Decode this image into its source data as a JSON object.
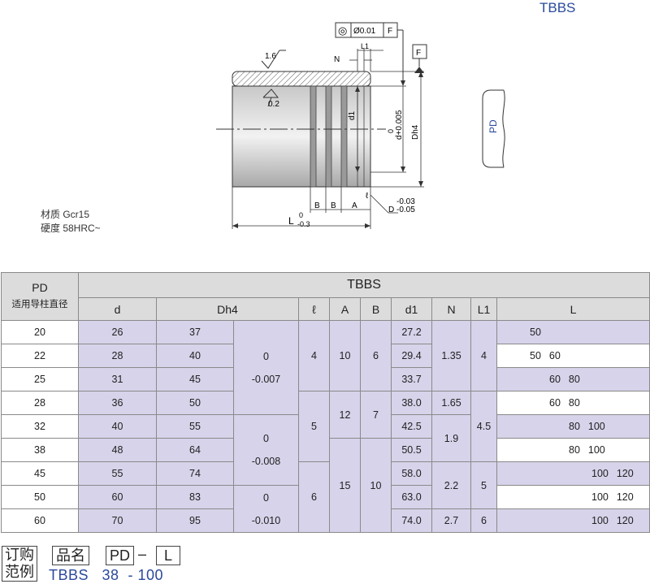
{
  "title": "TBBS",
  "material": {
    "line1": "材质  Gcr15",
    "line2": "硬度  58HRC~"
  },
  "drawing": {
    "frame_flatness": "◎",
    "frame_tolerance": "Ø0.01",
    "frame_datum": "F",
    "datum_tag": "F",
    "roughness_outer": "1.6",
    "roughness_inner": "0.2",
    "dim_N": "N",
    "dim_L1": "L1",
    "dim_d1": "d1",
    "dim_d_zero": "0",
    "dim_d": "d+0.005",
    "dim_Dh4": "Dh4",
    "dim_B1": "B",
    "dim_B2": "B",
    "dim_A": "A",
    "dim_ell": "ℓ",
    "dim_ell_tol": "-0.03",
    "dim_D_tol": "D -0.05",
    "dim_L_zero": "0",
    "dim_L": "L",
    "dim_L_tol": "-0.3",
    "side_PD": "PD"
  },
  "table": {
    "pd_label": "PD",
    "pd_sub": "适用导柱直径",
    "brand": "TBBS",
    "cols": {
      "d": "d",
      "Dh": "Dh4",
      "ell": "ℓ",
      "A": "A",
      "B": "B",
      "d1": "d1",
      "N": "N",
      "L1": "L1",
      "L": "L"
    },
    "rows": [
      {
        "pd": "20",
        "d": "26",
        "dh": "37",
        "d1": "27.2",
        "L": [
          "50"
        ]
      },
      {
        "pd": "22",
        "d": "28",
        "dh": "40",
        "d1": "29.4",
        "L": [
          "50",
          "60"
        ]
      },
      {
        "pd": "25",
        "d": "31",
        "dh": "45",
        "d1": "33.7",
        "L": [
          "60",
          "80"
        ]
      },
      {
        "pd": "28",
        "d": "36",
        "dh": "50",
        "d1": "38.0",
        "L": [
          "60",
          "80"
        ]
      },
      {
        "pd": "32",
        "d": "40",
        "dh": "55",
        "d1": "42.5",
        "L": [
          "80",
          "100"
        ]
      },
      {
        "pd": "38",
        "d": "48",
        "dh": "64",
        "d1": "50.5",
        "L": [
          "80",
          "100"
        ]
      },
      {
        "pd": "45",
        "d": "55",
        "dh": "74",
        "d1": "58.0",
        "L": [
          "100",
          "120"
        ]
      },
      {
        "pd": "50",
        "d": "60",
        "dh": "83",
        "d1": "63.0",
        "L": [
          "100",
          "120"
        ]
      },
      {
        "pd": "60",
        "d": "70",
        "dh": "95",
        "d1": "74.0",
        "L": [
          "100",
          "120"
        ]
      }
    ],
    "tol": [
      {
        "a": "0",
        "b": "-0.007"
      },
      {
        "a": "0",
        "b": "-0.008"
      },
      {
        "a": "0",
        "b": "-0.010"
      }
    ],
    "ell": [
      "4",
      "5",
      "6"
    ],
    "A": [
      "10",
      "12",
      "15"
    ],
    "B": [
      "6",
      "7",
      "10"
    ],
    "N": [
      "1.35",
      "1.65",
      "1.9",
      "2.2",
      "2.7"
    ],
    "L1": [
      "4",
      "4.5",
      "5",
      "6"
    ]
  },
  "order": {
    "label_top": "订购",
    "label_bottom": "范例",
    "name": "品名",
    "pd": "PD",
    "dash": "–",
    "L": "L",
    "example": "TBBS   38  - 100"
  }
}
